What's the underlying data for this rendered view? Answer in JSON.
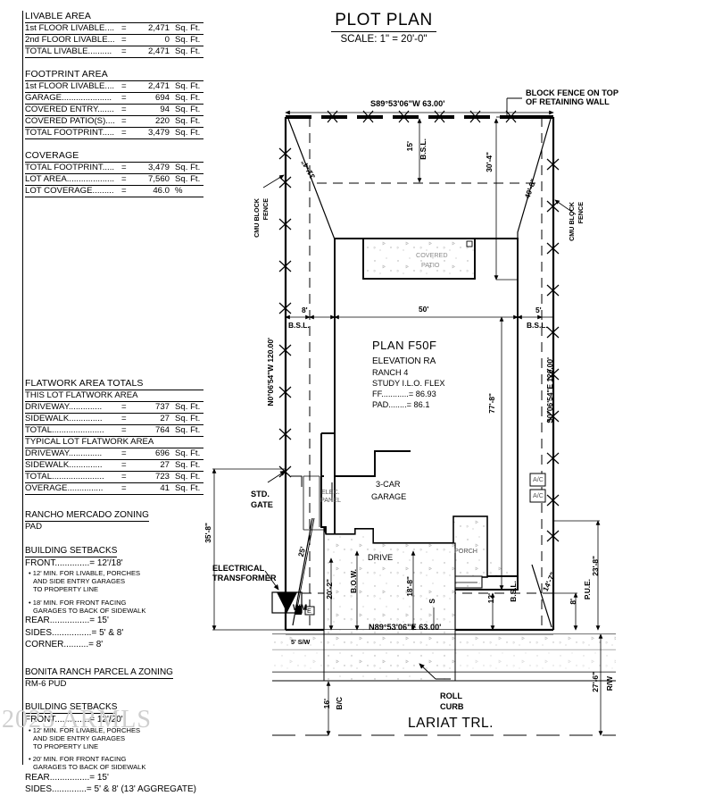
{
  "title": {
    "main": "PLOT PLAN",
    "scale": "SCALE: 1\" = 20'-0\""
  },
  "watermark": "2023 ARMLS",
  "tables": {
    "livable": {
      "heading": "LIVABLE AREA",
      "rows": [
        {
          "label": "1st FLOOR LIVABLE....",
          "eq": "=",
          "value": "2,471",
          "unit": "Sq. Ft."
        },
        {
          "label": "2nd FLOOR LIVABLE...",
          "eq": "=",
          "value": "0",
          "unit": "Sq. Ft."
        },
        {
          "label": "TOTAL LIVABLE..........",
          "eq": "=",
          "value": "2,471",
          "unit": "Sq. Ft."
        }
      ]
    },
    "footprint": {
      "heading": "FOOTPRINT AREA",
      "rows": [
        {
          "label": "1st FLOOR LIVABLE....",
          "eq": "=",
          "value": "2,471",
          "unit": "Sq. Ft."
        },
        {
          "label": "GARAGE.....................",
          "eq": "=",
          "value": "694",
          "unit": "Sq. Ft."
        },
        {
          "label": "COVERED ENTRY.......",
          "eq": "=",
          "value": "94",
          "unit": "Sq. Ft."
        },
        {
          "label": "COVERED PATIO(S)....",
          "eq": "=",
          "value": "220",
          "unit": "Sq. Ft."
        },
        {
          "label": "TOTAL FOOTPRINT.....",
          "eq": "=",
          "value": "3,479",
          "unit": "Sq. Ft."
        }
      ]
    },
    "coverage": {
      "heading": "COVERAGE",
      "rows": [
        {
          "label": "TOTAL FOOTPRINT.....",
          "eq": "=",
          "value": "3,479",
          "unit": "Sq. Ft."
        },
        {
          "label": "LOT AREA....................",
          "eq": "=",
          "value": "7,560",
          "unit": "Sq. Ft."
        },
        {
          "label": "LOT COVERAGE.........",
          "eq": "=",
          "value": "46.0",
          "unit": "%"
        }
      ]
    },
    "flatwork": {
      "heading": "FLATWORK AREA TOTALS",
      "sub1": "THIS LOT FLATWORK AREA",
      "rows1": [
        {
          "label": "DRIVEWAY..............",
          "eq": "=",
          "value": "737",
          "unit": "Sq. Ft."
        },
        {
          "label": "SIDEWALK..............",
          "eq": "=",
          "value": "27",
          "unit": "Sq. Ft."
        },
        {
          "label": "TOTAL......................",
          "eq": "=",
          "value": "764",
          "unit": "Sq. Ft."
        }
      ],
      "sub2": "TYPICAL LOT FLATWORK AREA",
      "rows2": [
        {
          "label": "DRIVEWAY..............",
          "eq": "=",
          "value": "696",
          "unit": "Sq. Ft."
        },
        {
          "label": "SIDEWALK..............",
          "eq": "=",
          "value": "27",
          "unit": "Sq. Ft."
        },
        {
          "label": "TOTAL......................",
          "eq": "=",
          "value": "723",
          "unit": "Sq. Ft."
        },
        {
          "label": "OVERAGE...............",
          "eq": "=",
          "value": "41",
          "unit": "Sq. Ft."
        }
      ]
    }
  },
  "zoning1": {
    "heading": "RANCHO MERCADO ZONING",
    "value": "PAD",
    "setbacks_heading": "BUILDING SETBACKS",
    "front": "FRONT..............= 12'/18'",
    "note1": "12' MIN. FOR LIVABLE, PORCHES",
    "note1b": "AND SIDE ENTRY GARAGES",
    "note1c": "TO PROPERTY LINE",
    "note2": "18' MIN. FOR FRONT FACING",
    "note2b": "GARAGES TO BACK OF SIDEWALK",
    "rear": "REAR................= 15'",
    "sides": "SIDES................= 5' & 8'",
    "corner": "CORNER..........= 8'"
  },
  "zoning2": {
    "heading": "BONITA RANCH PARCEL A ZONING",
    "value": "RM-6 PUD",
    "setbacks_heading": "BUILDING SETBACKS",
    "front": "FRONT..............= 12'/20'",
    "note1": "12' MIN. FOR LIVABLE, PORCHES",
    "note1b": "AND SIDE ENTRY GARAGES",
    "note1c": "TO PROPERTY LINE",
    "note2": "20' MIN. FOR FRONT FACING",
    "note2b": "GARAGES TO BACK OF SIDEWALK",
    "rear": "REAR................= 15'",
    "sides": "SIDES..............= 5' & 8' (13' AGGREGATE)"
  },
  "plan_info": {
    "plan": "PLAN F50F",
    "elevation": "ELEVATION RA",
    "series": "RANCH 4",
    "option": "STUDY I.L.O. FLEX",
    "ff": "FF............= 86.93",
    "pad": "PAD........=  86.1"
  },
  "labels": {
    "bearing_north": "S89°53'06\"W  63.00'",
    "bearing_south": "N89°53'06\"E  63.00'",
    "bearing_west": "N0°06'54\"W  120.00'",
    "bearing_east": "S0°06'54\"E  120.00'",
    "block_fence_note1": "BLOCK FENCE ON TOP",
    "block_fence_note2": "OF RETAINING WALL",
    "cmu_left_1": "CMU BLOCK",
    "cmu_left_2": "FENCE",
    "cmu_right_1": "CMU BLOCK",
    "cmu_right_2": "FENCE",
    "rear_bsl_dim": "15'",
    "rear_bsl": "B.S.L.",
    "left_bsl_dim": "8'",
    "left_bsl": "B.S.L.",
    "right_bsl_dim": "5'",
    "right_bsl": "B.S.L.",
    "front_bsl_dim": "12'",
    "front_bsl": "B.S.L.",
    "width_50": "50'",
    "depth_77": "77'-8\"",
    "diag_left": "31'-4\"",
    "diag_right_outer": "40'-8\"",
    "dim_30_4": "30'-4\"",
    "dim_14_7": "14'-7\"",
    "dim_8_pue": "8'",
    "pue": "P.U.E.",
    "dim_23_8": "23'-8\"",
    "dim_35_8": "35'-8\"",
    "dim_25": "25'",
    "dim_20_2": "20'-2\"",
    "bow": "B.O.W.",
    "dim_18_8": "18'-8\"",
    "s_mark": "S",
    "covered_patio_1": "COVERED",
    "covered_patio_2": "PATIO",
    "garage_1": "3-CAR",
    "garage_2": "GARAGE",
    "drive": "DRIVE",
    "porch": "PORCH",
    "elec_panel_1": "ELEC.",
    "elec_panel_2": "PANEL",
    "std_gate_1": "STD.",
    "std_gate_2": "GATE",
    "electrical_transformer_1": "ELECTRICAL",
    "electrical_transformer_2": "TRANSFORMER",
    "wm": "WM",
    "e_box": "E",
    "ac1": "A/C",
    "ac2": "A/C",
    "sidewalk_5": "5' S/W",
    "dim_16": "16'",
    "bc": "B/C",
    "roll_curb_1": "ROLL",
    "roll_curb_2": "CURB",
    "street": "LARIAT TRL.",
    "dim_27_6": "27'-6\"",
    "rw": "R/W"
  }
}
